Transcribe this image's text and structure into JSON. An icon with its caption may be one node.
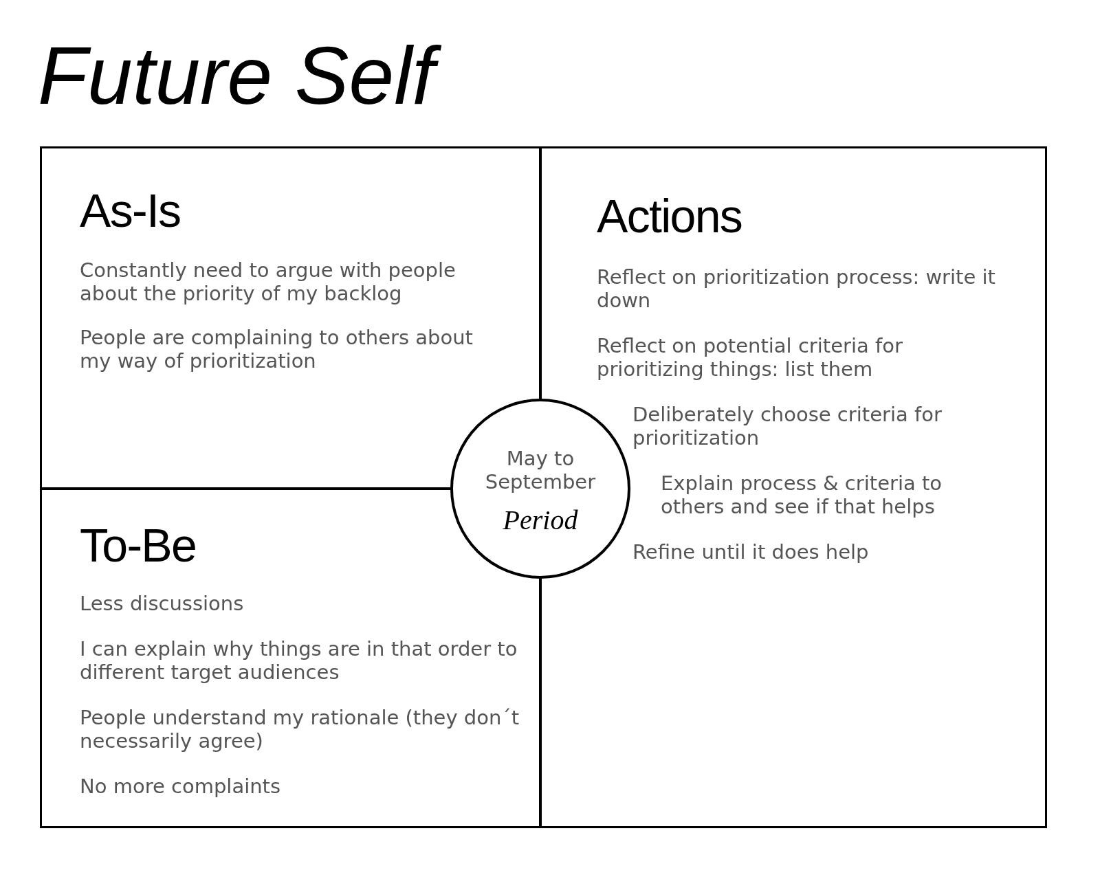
{
  "diagram": {
    "title": "Future Self",
    "nodes": [
      {
        "text": [
          "As-Is",
          "Constantly need to argue with people about the priority of my backlog",
          "People are complaining to others about my way of prioritization"
        ]
      },
      {
        "text": [
          "Actions",
          "Reflect on prioritization process: write it down",
          "Reflect on potential criteria for prioritizing things: list them",
          "Deliberately choose criteria for prioritization",
          "Explain process & criteria to others and see if that helps",
          "Refine until it does help"
        ]
      },
      {
        "text": [
          "To-Be",
          "Less discussions",
          "I can explain why things are in that order to different target audiences",
          "People understand my rationale (they don´t necessarily agree)",
          "No more complaints"
        ]
      },
      {
        "text": [
          "May to September",
          "Period"
        ]
      }
    ],
    "edges": []
  }
}
